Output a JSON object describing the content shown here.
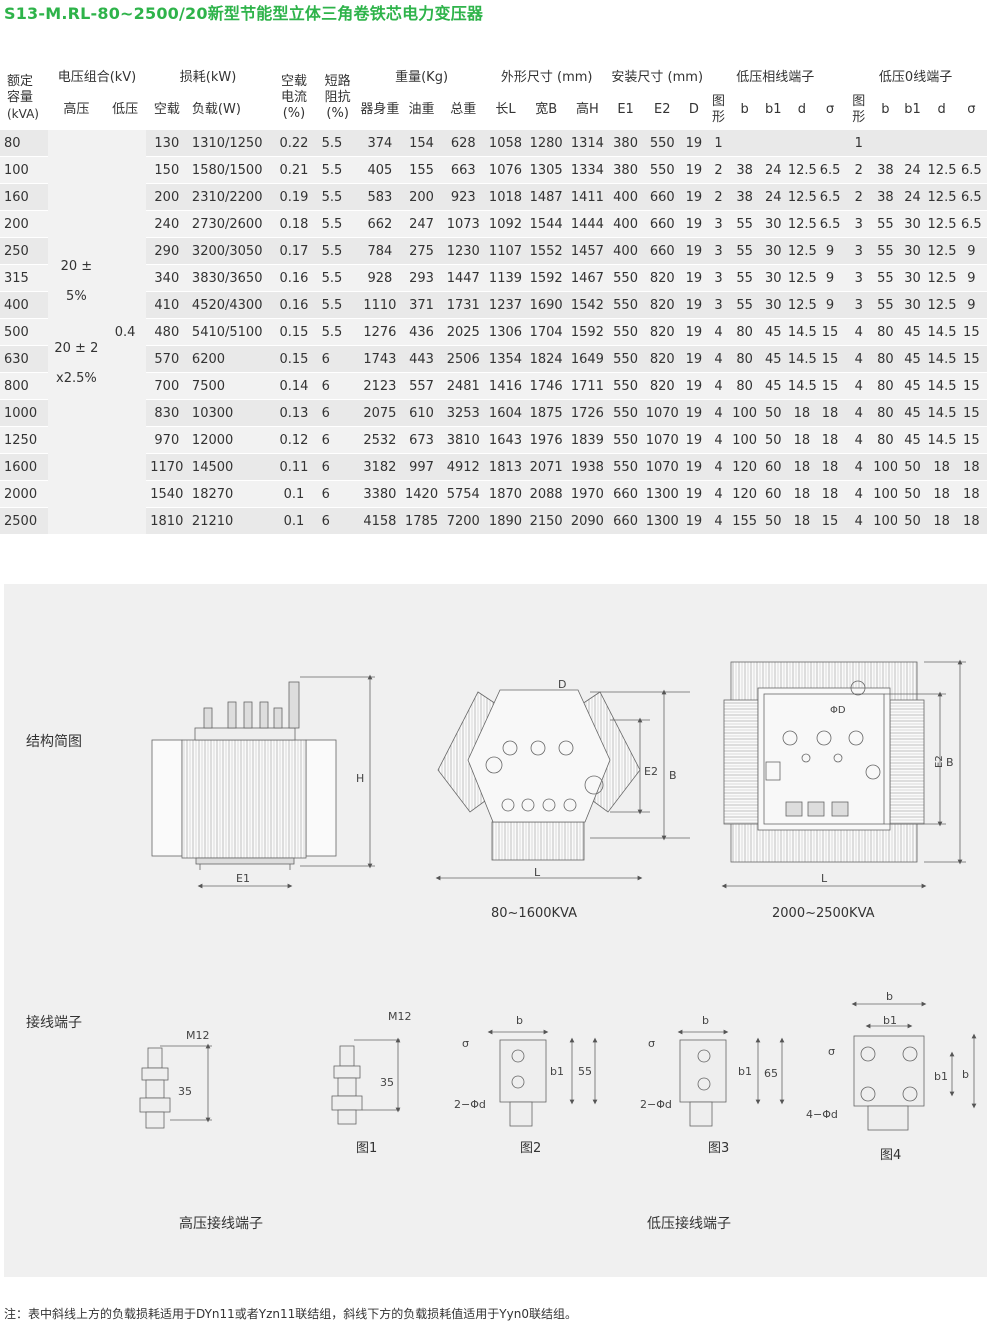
{
  "title": "S13-M.RL-80~2500/20新型节能型立体三角卷铁芯电力变压器",
  "headers": {
    "capacity": [
      "额定",
      "容量",
      "(kVA)"
    ],
    "voltage_group": "电压组合(kV)",
    "hv": "高压",
    "lv": "低压",
    "loss": "损耗(kW)",
    "noload": "空载",
    "load": "负载(W)",
    "noload_current": [
      "空载",
      "电流",
      "(%)"
    ],
    "impedance": [
      "短路",
      "阻抗",
      "(%)"
    ],
    "weight": "重量(Kg)",
    "body_weight": "器身重",
    "oil_weight": "油重",
    "total_weight": "总重",
    "outline": "外形尺寸 (mm)",
    "len": "长L",
    "wid": "宽B",
    "hei": "高H",
    "install": "安装尺寸 (mm)",
    "e1": "E1",
    "e2": "E2",
    "d": "D",
    "lv_phase": "低压相线端子",
    "lv_zero": "低压0线端子",
    "fig": [
      "图",
      "形"
    ],
    "b": "b",
    "b1": "b1",
    "dd": "d",
    "sigma": "σ"
  },
  "merged": {
    "hv_a": "20 ±",
    "hv_b": "5%",
    "hv_c": "20 ± 2",
    "hv_d": "x2.5%",
    "lv": "0.4"
  },
  "rows": [
    [
      "80",
      "130",
      "1310/1250",
      "0.22",
      "5.5",
      "374",
      "154",
      "628",
      "1058",
      "1280",
      "1314",
      "380",
      "550",
      "19",
      "1",
      "",
      "",
      "",
      "",
      "1",
      "",
      "",
      "",
      ""
    ],
    [
      "100",
      "150",
      "1580/1500",
      "0.21",
      "5.5",
      "405",
      "155",
      "663",
      "1076",
      "1305",
      "1334",
      "380",
      "550",
      "19",
      "2",
      "38",
      "24",
      "12.5",
      "6.5",
      "2",
      "38",
      "24",
      "12.5",
      "6.5"
    ],
    [
      "160",
      "200",
      "2310/2200",
      "0.19",
      "5.5",
      "583",
      "200",
      "923",
      "1018",
      "1487",
      "1411",
      "400",
      "660",
      "19",
      "2",
      "38",
      "24",
      "12.5",
      "6.5",
      "2",
      "38",
      "24",
      "12.5",
      "6.5"
    ],
    [
      "200",
      "240",
      "2730/2600",
      "0.18",
      "5.5",
      "662",
      "247",
      "1073",
      "1092",
      "1544",
      "1444",
      "400",
      "660",
      "19",
      "3",
      "55",
      "30",
      "12.5",
      "6.5",
      "3",
      "55",
      "30",
      "12.5",
      "6.5"
    ],
    [
      "250",
      "290",
      "3200/3050",
      "0.17",
      "5.5",
      "784",
      "275",
      "1230",
      "1107",
      "1552",
      "1457",
      "400",
      "660",
      "19",
      "3",
      "55",
      "30",
      "12.5",
      "9",
      "3",
      "55",
      "30",
      "12.5",
      "9"
    ],
    [
      "315",
      "340",
      "3830/3650",
      "0.16",
      "5.5",
      "928",
      "293",
      "1447",
      "1139",
      "1592",
      "1467",
      "550",
      "820",
      "19",
      "3",
      "55",
      "30",
      "12.5",
      "9",
      "3",
      "55",
      "30",
      "12.5",
      "9"
    ],
    [
      "400",
      "410",
      "4520/4300",
      "0.16",
      "5.5",
      "1110",
      "371",
      "1731",
      "1237",
      "1690",
      "1542",
      "550",
      "820",
      "19",
      "3",
      "55",
      "30",
      "12.5",
      "9",
      "3",
      "55",
      "30",
      "12.5",
      "9"
    ],
    [
      "500",
      "480",
      "5410/5100",
      "0.15",
      "5.5",
      "1276",
      "436",
      "2025",
      "1306",
      "1704",
      "1592",
      "550",
      "820",
      "19",
      "4",
      "80",
      "45",
      "14.5",
      "15",
      "4",
      "80",
      "45",
      "14.5",
      "15"
    ],
    [
      "630",
      "570",
      "6200",
      "0.15",
      "6",
      "1743",
      "443",
      "2506",
      "1354",
      "1824",
      "1649",
      "550",
      "820",
      "19",
      "4",
      "80",
      "45",
      "14.5",
      "15",
      "4",
      "80",
      "45",
      "14.5",
      "15"
    ],
    [
      "800",
      "700",
      "7500",
      "0.14",
      "6",
      "2123",
      "557",
      "2481",
      "1416",
      "1746",
      "1711",
      "550",
      "820",
      "19",
      "4",
      "80",
      "45",
      "14.5",
      "15",
      "4",
      "80",
      "45",
      "14.5",
      "15"
    ],
    [
      "1000",
      "830",
      "10300",
      "0.13",
      "6",
      "2075",
      "610",
      "3253",
      "1604",
      "1875",
      "1726",
      "550",
      "1070",
      "19",
      "4",
      "100",
      "50",
      "18",
      "18",
      "4",
      "80",
      "45",
      "14.5",
      "15"
    ],
    [
      "1250",
      "970",
      "12000",
      "0.12",
      "6",
      "2532",
      "673",
      "3810",
      "1643",
      "1976",
      "1839",
      "550",
      "1070",
      "19",
      "4",
      "100",
      "50",
      "18",
      "18",
      "4",
      "80",
      "45",
      "14.5",
      "15"
    ],
    [
      "1600",
      "1170",
      "14500",
      "0.11",
      "6",
      "3182",
      "997",
      "4912",
      "1813",
      "2071",
      "1938",
      "550",
      "1070",
      "19",
      "4",
      "120",
      "60",
      "18",
      "18",
      "4",
      "100",
      "50",
      "18",
      "18"
    ],
    [
      "2000",
      "1540",
      "18270",
      "0.1",
      "6",
      "3380",
      "1420",
      "5754",
      "1870",
      "2088",
      "1970",
      "660",
      "1300",
      "19",
      "4",
      "120",
      "60",
      "18",
      "18",
      "4",
      "100",
      "50",
      "18",
      "18"
    ],
    [
      "2500",
      "1810",
      "21210",
      "0.1",
      "6",
      "4158",
      "1785",
      "7200",
      "1890",
      "2150",
      "2090",
      "660",
      "1300",
      "19",
      "4",
      "155",
      "50",
      "18",
      "15",
      "4",
      "100",
      "50",
      "18",
      "18"
    ]
  ],
  "drawings": {
    "structure_label": "结构简图",
    "terminal_label": "接线端子",
    "cap_small": "80~1600KVA",
    "cap_large": "2000~2500KVA",
    "fig1": "图1",
    "fig2": "图2",
    "fig3": "图3",
    "fig4": "图4",
    "hv_terminal": "高压接线端子",
    "lv_terminal": "低压接线端子",
    "dims": {
      "H": "H",
      "E1": "E1",
      "L": "L",
      "E2": "E2",
      "B": "B",
      "D": "D",
      "phiD": "ΦD",
      "M12": "M12",
      "n35": "35",
      "b": "b",
      "b1": "b1",
      "n55": "55",
      "n65": "65",
      "sigma": "σ",
      "two_phi_d": "2−Φd",
      "four_phi_d": "4−Φd"
    }
  },
  "note": "注：表中斜线上方的负载损耗适用于DYn11或者Yzn11联结组，斜线下方的负载损耗值适用于Yyn0联结组。"
}
